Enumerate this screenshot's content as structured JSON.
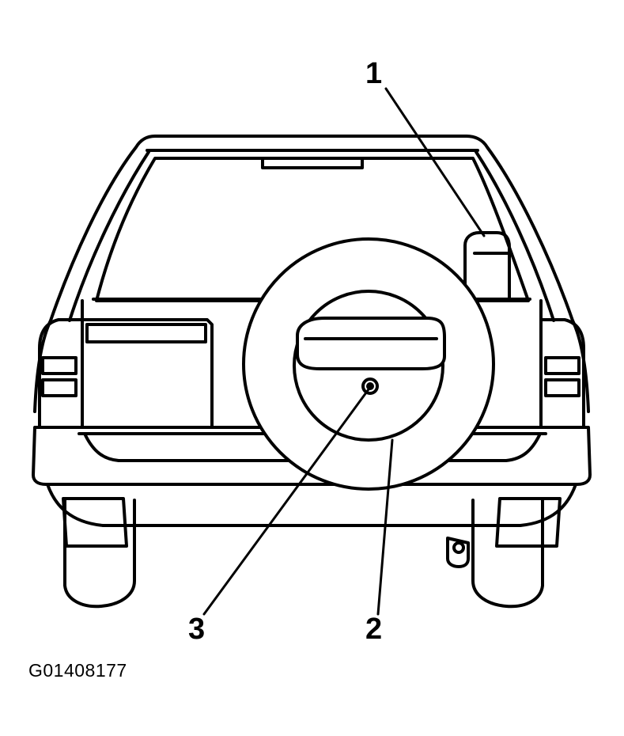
{
  "callouts": {
    "c1": "1",
    "c2": "2",
    "c3": "3"
  },
  "figure_id": "G01408177",
  "colors": {
    "ink": "#000000",
    "paper": "#ffffff"
  }
}
